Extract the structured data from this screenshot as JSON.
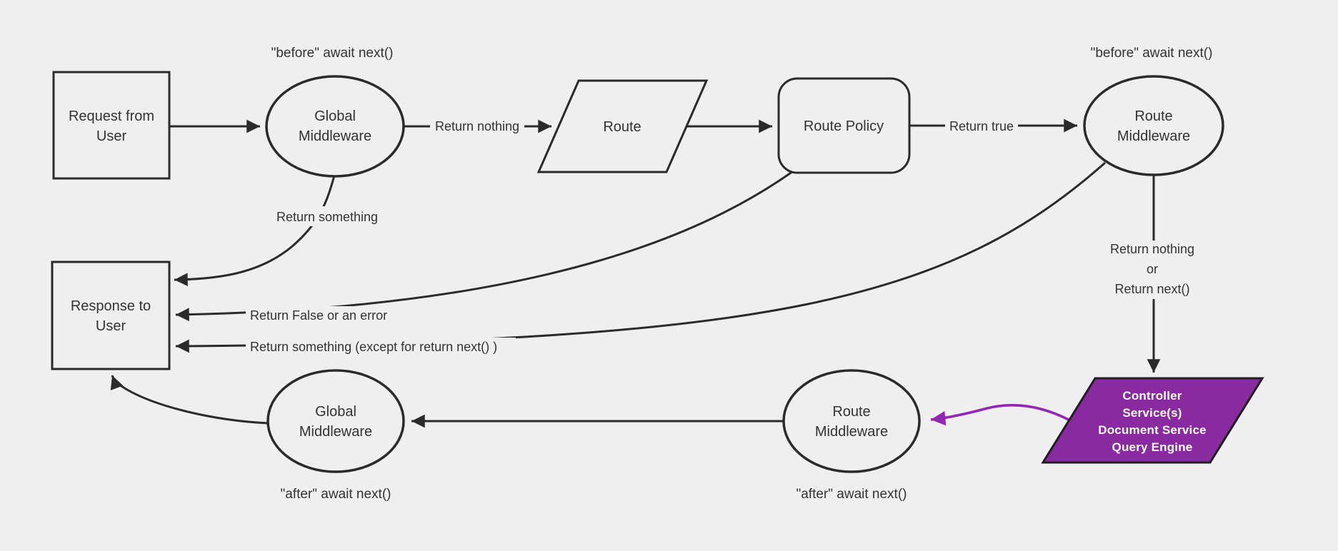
{
  "colors": {
    "background": "#efefef",
    "node_fill": "#efefef",
    "stroke": "#2b2b2b",
    "text": "#333333",
    "purple_fill": "#8a2aa0",
    "purple_edge": "#9227b3",
    "controller_text": "#ffffff"
  },
  "nodes": {
    "request": {
      "lines": [
        "Request from",
        "User"
      ]
    },
    "global_middleware_top": {
      "lines": [
        "Global",
        "Middleware"
      ]
    },
    "route": {
      "label": "Route"
    },
    "route_policy": {
      "label": "Route Policy"
    },
    "route_middleware_top": {
      "lines": [
        "Route",
        "Middleware"
      ]
    },
    "response": {
      "lines": [
        "Response to",
        "User"
      ]
    },
    "global_middleware_bottom": {
      "lines": [
        "Global",
        "Middleware"
      ]
    },
    "route_middleware_bottom": {
      "lines": [
        "Route",
        "Middleware"
      ]
    },
    "controller": {
      "lines": [
        "Controller",
        "Service(s)",
        "Document Service",
        "Query Engine"
      ]
    }
  },
  "labels": {
    "before_left": "\"before\" await next()",
    "before_right": "\"before\" await next()",
    "return_nothing": "Return nothing",
    "return_true": "Return true",
    "return_something": "Return something",
    "return_false": "Return False or an error",
    "return_something_except": "Return something (except for return next() )",
    "return_nothing_or": {
      "lines": [
        "Return nothing",
        "or",
        "Return next()"
      ]
    },
    "after_left": "\"after\" await next()",
    "after_right": "\"after\" await next()"
  }
}
